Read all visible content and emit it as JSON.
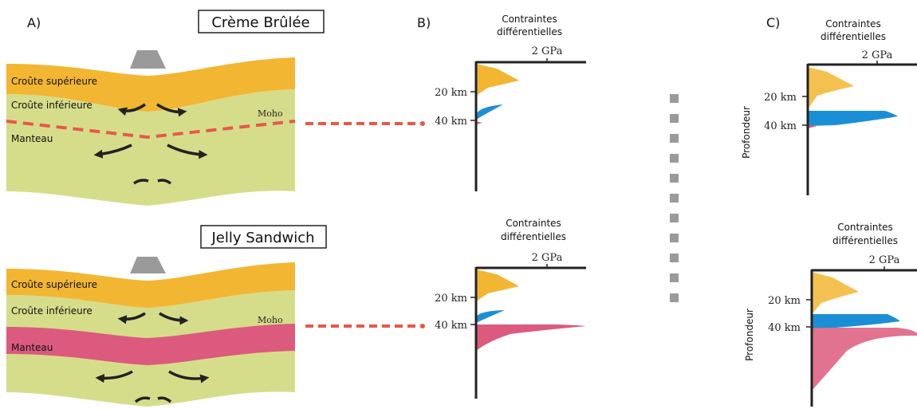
{
  "panel_labels": {
    "a": "A)",
    "b": "B)",
    "c": "C)"
  },
  "models": [
    {
      "title": "Crème Brûlée",
      "layers": {
        "upper_crust": "Croûte supérieure",
        "lower_crust": "Croûte inférieure",
        "mantle": "Manteau",
        "moho": "Moho"
      },
      "graph_b": {
        "title_line1": "Contraintes",
        "title_line2": "différentielles",
        "scale": "2 GPa",
        "tick_20": "20 km",
        "tick_40": "40 km"
      },
      "graph_c": {
        "title_line1": "Contraintes",
        "title_line2": "différentielles",
        "scale": "2 GPa",
        "tick_20": "20 km",
        "tick_40": "40 km",
        "ylabel": "Profondeur"
      }
    },
    {
      "title": "Jelly Sandwich",
      "layers": {
        "upper_crust": "Croûte supérieure",
        "lower_crust": "Croûte inférieure",
        "mantle": "Manteau",
        "moho": "Moho"
      },
      "graph_b": {
        "title_line1": "Contraintes",
        "title_line2": "différentielles",
        "scale": "2 GPa",
        "tick_20": "20 km",
        "tick_40": "40 km"
      },
      "graph_c": {
        "title_line1": "Contraintes",
        "title_line2": "différentielles",
        "scale": "2 GPa",
        "tick_20": "20 km",
        "tick_40": "40 km",
        "ylabel": "Profondeur"
      }
    }
  ],
  "colors": {
    "upper_crust": "#f2b632",
    "lower_crust": "#d6dd8a",
    "mantle_jelly": "#dc5a7e",
    "lower_crust_stress": "#1b8fd6",
    "moho_line": "#e8584a",
    "mountain": "#9a9a9a",
    "arrow": "#222222",
    "separator": "#9a9a9a"
  }
}
